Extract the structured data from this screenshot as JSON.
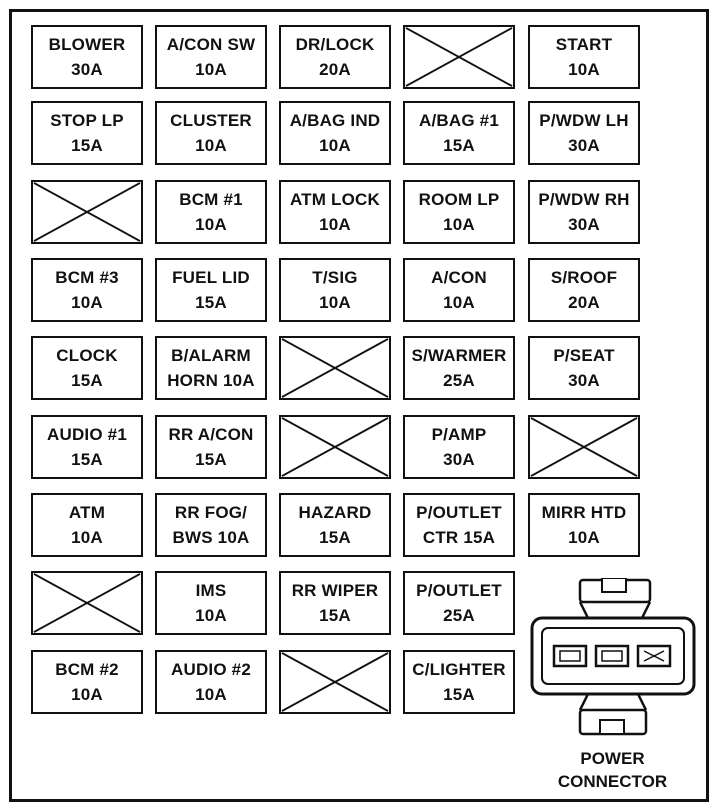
{
  "fuse_rows": [
    [
      {
        "name": "BLOWER",
        "rating": "30A"
      },
      {
        "name": "A/CON SW",
        "rating": "10A"
      },
      {
        "name": "DR/LOCK",
        "rating": "20A"
      },
      {
        "empty": true
      },
      {
        "name": "START",
        "rating": "10A"
      }
    ],
    [
      {
        "name": "STOP LP",
        "rating": "15A"
      },
      {
        "name": "CLUSTER",
        "rating": "10A"
      },
      {
        "name": "A/BAG IND",
        "rating": "10A"
      },
      {
        "name": "A/BAG #1",
        "rating": "15A"
      },
      {
        "name": "P/WDW LH",
        "rating": "30A"
      }
    ],
    [
      {
        "empty": true
      },
      {
        "name": "BCM #1",
        "rating": "10A"
      },
      {
        "name": "ATM LOCK",
        "rating": "10A"
      },
      {
        "name": "ROOM LP",
        "rating": "10A"
      },
      {
        "name": "P/WDW RH",
        "rating": "30A"
      }
    ],
    [
      {
        "name": "BCM #3",
        "rating": "10A"
      },
      {
        "name": "FUEL LID",
        "rating": "15A"
      },
      {
        "name": "T/SIG",
        "rating": "10A"
      },
      {
        "name": "A/CON",
        "rating": "10A"
      },
      {
        "name": "S/ROOF",
        "rating": "20A"
      }
    ],
    [
      {
        "name": "CLOCK",
        "rating": "15A"
      },
      {
        "name": "B/ALARM",
        "rating": "HORN 10A"
      },
      {
        "empty": true
      },
      {
        "name": "S/WARMER",
        "rating": "25A"
      },
      {
        "name": "P/SEAT",
        "rating": "30A"
      }
    ],
    [
      {
        "name": "AUDIO #1",
        "rating": "15A"
      },
      {
        "name": "RR A/CON",
        "rating": "15A"
      },
      {
        "empty": true
      },
      {
        "name": "P/AMP",
        "rating": "30A"
      },
      {
        "empty": true
      }
    ],
    [
      {
        "name": "ATM",
        "rating": "10A"
      },
      {
        "name": "RR FOG/",
        "rating": "BWS 10A"
      },
      {
        "name": "HAZARD",
        "rating": "15A"
      },
      {
        "name": "P/OUTLET",
        "rating": "CTR 15A"
      },
      {
        "name": "MIRR HTD",
        "rating": "10A"
      }
    ],
    [
      {
        "empty": true
      },
      {
        "name": "IMS",
        "rating": "10A"
      },
      {
        "name": "RR WIPER",
        "rating": "15A"
      },
      {
        "name": "P/OUTLET",
        "rating": "25A"
      }
    ],
    [
      {
        "name": "BCM #2",
        "rating": "10A"
      },
      {
        "name": "AUDIO #2",
        "rating": "10A"
      },
      {
        "empty": true
      },
      {
        "name": "C/LIGHTER",
        "rating": "15A"
      }
    ]
  ],
  "power_connector": {
    "label_line1": "POWER",
    "label_line2": "CONNECTOR"
  },
  "colors": {
    "ink": "#111111",
    "background": "#ffffff"
  }
}
